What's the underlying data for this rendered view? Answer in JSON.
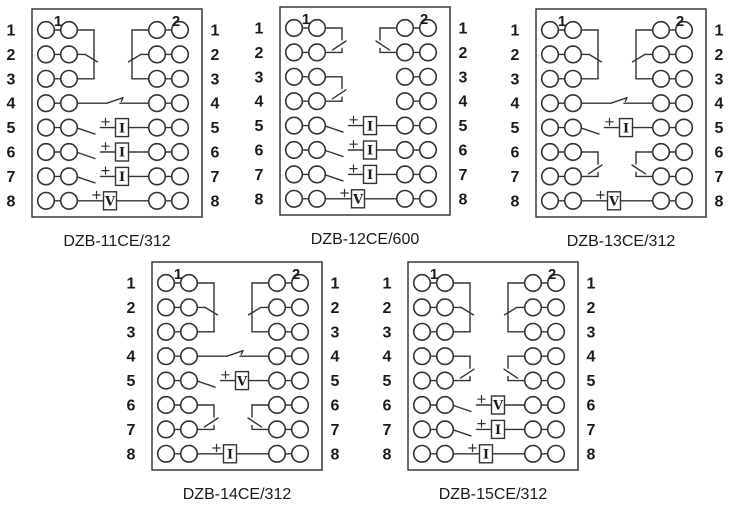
{
  "colors": {
    "ink": "#333333",
    "text": "#1b1b1b",
    "background": "#ffffff"
  },
  "panels": [
    {
      "label": "DZB-11CE/312",
      "column_labels": [
        "1",
        "2"
      ],
      "left_terminals": [
        "1",
        "2",
        "3",
        "4",
        "5",
        "6",
        "7",
        "8"
      ],
      "right_terminals": [
        "1",
        "2",
        "3",
        "4",
        "5",
        "6",
        "7",
        "8"
      ],
      "elements": [
        {
          "type": "changeover_group",
          "side": "left",
          "rows": [
            1,
            2,
            3
          ]
        },
        {
          "type": "changeover_group",
          "side": "right",
          "rows": [
            1,
            2,
            3
          ]
        },
        {
          "type": "series_contact",
          "row": 4
        },
        {
          "type": "contact_coil",
          "row": 5,
          "coil": "I",
          "polarity": "+"
        },
        {
          "type": "contact_coil",
          "row": 6,
          "coil": "I",
          "polarity": "+"
        },
        {
          "type": "contact_coil",
          "row": 7,
          "coil": "I",
          "polarity": "+"
        },
        {
          "type": "coil",
          "row": 8,
          "coil": "V",
          "polarity": "+"
        }
      ]
    },
    {
      "label": "DZB-12CE/600",
      "column_labels": [
        "1",
        "2"
      ],
      "left_terminals": [
        "1",
        "2",
        "3",
        "4",
        "5",
        "6",
        "7",
        "8"
      ],
      "right_terminals": [
        "1",
        "2",
        "3",
        "4",
        "5",
        "6",
        "7",
        "8"
      ],
      "elements": [
        {
          "type": "vertical_contact",
          "side": "left",
          "rows": [
            1,
            2
          ]
        },
        {
          "type": "vertical_contact",
          "side": "right",
          "rows": [
            1,
            2
          ]
        },
        {
          "type": "vertical_contact",
          "side": "left",
          "rows": [
            3,
            4
          ]
        },
        {
          "type": "contact_coil",
          "row": 5,
          "coil": "I",
          "polarity": "+"
        },
        {
          "type": "contact_coil",
          "row": 6,
          "coil": "I",
          "polarity": "+"
        },
        {
          "type": "contact_coil",
          "row": 7,
          "coil": "I",
          "polarity": "+"
        },
        {
          "type": "coil",
          "row": 8,
          "coil": "V",
          "polarity": "+"
        }
      ]
    },
    {
      "label": "DZB-13CE/312",
      "column_labels": [
        "1",
        "2"
      ],
      "left_terminals": [
        "1",
        "2",
        "3",
        "4",
        "5",
        "6",
        "7",
        "8"
      ],
      "right_terminals": [
        "1",
        "2",
        "3",
        "4",
        "5",
        "6",
        "7",
        "8"
      ],
      "elements": [
        {
          "type": "changeover_group",
          "side": "left",
          "rows": [
            1,
            2,
            3
          ]
        },
        {
          "type": "changeover_group",
          "side": "right",
          "rows": [
            1,
            2,
            3
          ]
        },
        {
          "type": "series_contact",
          "row": 4
        },
        {
          "type": "contact_coil",
          "row": 5,
          "coil": "I",
          "polarity": "+"
        },
        {
          "type": "vertical_contact",
          "side": "left",
          "rows": [
            6,
            7
          ]
        },
        {
          "type": "vertical_contact",
          "side": "right",
          "rows": [
            6,
            7
          ]
        },
        {
          "type": "coil",
          "row": 8,
          "coil": "V",
          "polarity": "+"
        }
      ]
    },
    {
      "label": "DZB-14CE/312",
      "column_labels": [
        "1",
        "2"
      ],
      "left_terminals": [
        "1",
        "2",
        "3",
        "4",
        "5",
        "6",
        "7",
        "8"
      ],
      "right_terminals": [
        "1",
        "2",
        "3",
        "4",
        "5",
        "6",
        "7",
        "8"
      ],
      "elements": [
        {
          "type": "changeover_group",
          "side": "left",
          "rows": [
            1,
            2,
            3
          ]
        },
        {
          "type": "changeover_group",
          "side": "right",
          "rows": [
            1,
            2,
            3
          ]
        },
        {
          "type": "series_contact",
          "row": 4
        },
        {
          "type": "contact_coil",
          "row": 5,
          "coil": "V",
          "polarity": "+"
        },
        {
          "type": "vertical_contact",
          "side": "left",
          "rows": [
            6,
            7
          ]
        },
        {
          "type": "vertical_contact",
          "side": "right",
          "rows": [
            6,
            7
          ]
        },
        {
          "type": "coil",
          "row": 8,
          "coil": "I",
          "polarity": "+"
        }
      ]
    },
    {
      "label": "DZB-15CE/312",
      "column_labels": [
        "1",
        "2"
      ],
      "left_terminals": [
        "1",
        "2",
        "3",
        "4",
        "5",
        "6",
        "7",
        "8"
      ],
      "right_terminals": [
        "1",
        "2",
        "3",
        "4",
        "5",
        "6",
        "7",
        "8"
      ],
      "elements": [
        {
          "type": "changeover_group",
          "side": "left",
          "rows": [
            1,
            2,
            3
          ]
        },
        {
          "type": "changeover_group",
          "side": "right",
          "rows": [
            1,
            2,
            3
          ]
        },
        {
          "type": "vertical_contact",
          "side": "left",
          "rows": [
            4,
            5
          ]
        },
        {
          "type": "vertical_contact",
          "side": "right",
          "rows": [
            4,
            5
          ]
        },
        {
          "type": "contact_coil",
          "row": 6,
          "coil": "V",
          "polarity": "+"
        },
        {
          "type": "contact_coil",
          "row": 7,
          "coil": "I",
          "polarity": "+"
        },
        {
          "type": "coil",
          "row": 8,
          "coil": "I",
          "polarity": "+"
        }
      ]
    }
  ]
}
